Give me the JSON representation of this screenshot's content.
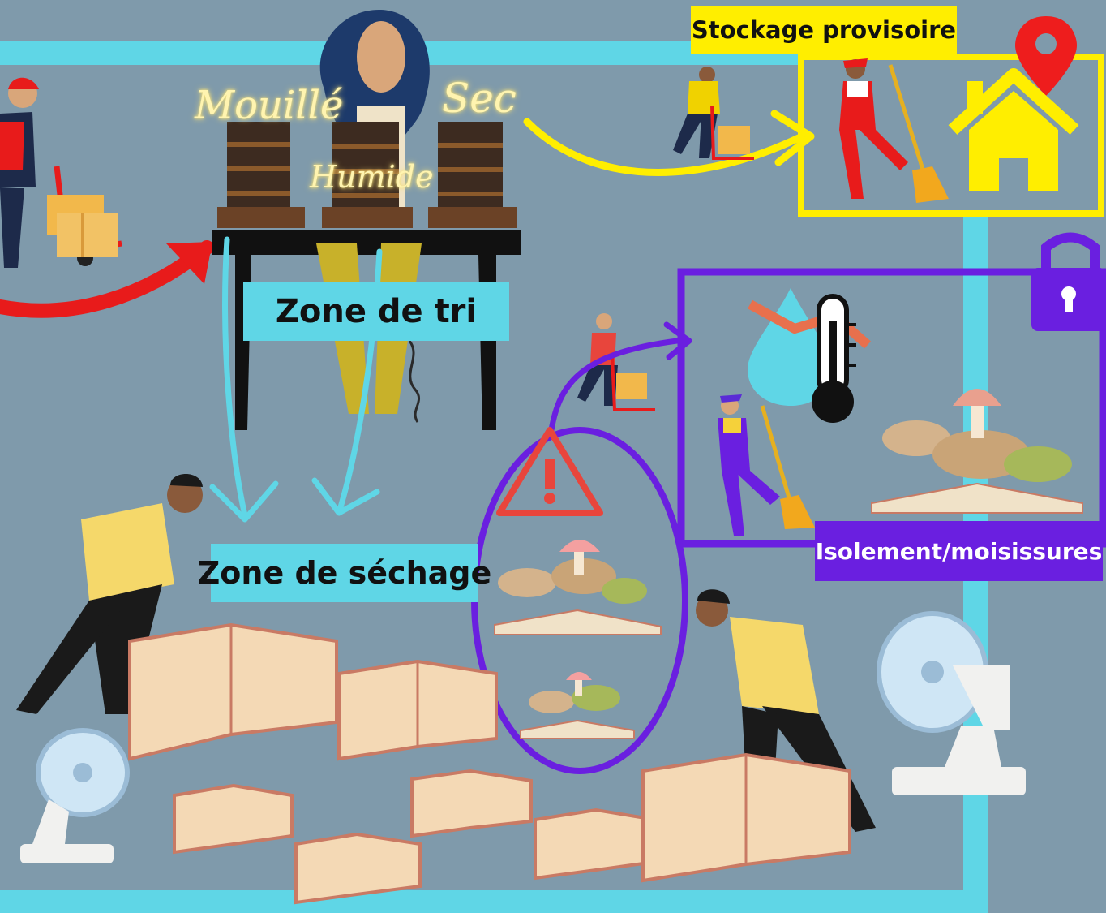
{
  "zones": {
    "stockage": "Stockage provisoire",
    "tri": "Zone de tri",
    "sechage": "Zone de séchage",
    "isolement": "Isolement/moisissures"
  },
  "tri_categories": {
    "mouille": "Mouillé",
    "humide": "Humide",
    "sec": "Sec"
  },
  "colors": {
    "background": "#7f9aab",
    "wall": "#5fd6e6",
    "stockage": "#ffee00",
    "isolement": "#6a1fe0",
    "arrival_arrow": "#e81b1b",
    "warning": "#e8453c"
  },
  "icons": [
    "map-pin-icon",
    "house-icon",
    "padlock-icon",
    "warning-triangle-icon",
    "thermometer-icon",
    "water-drop-icon",
    "fan-icon",
    "open-book-icon",
    "mushroom-icon",
    "book-stack-icon",
    "hand-truck-icon",
    "broom-icon"
  ]
}
